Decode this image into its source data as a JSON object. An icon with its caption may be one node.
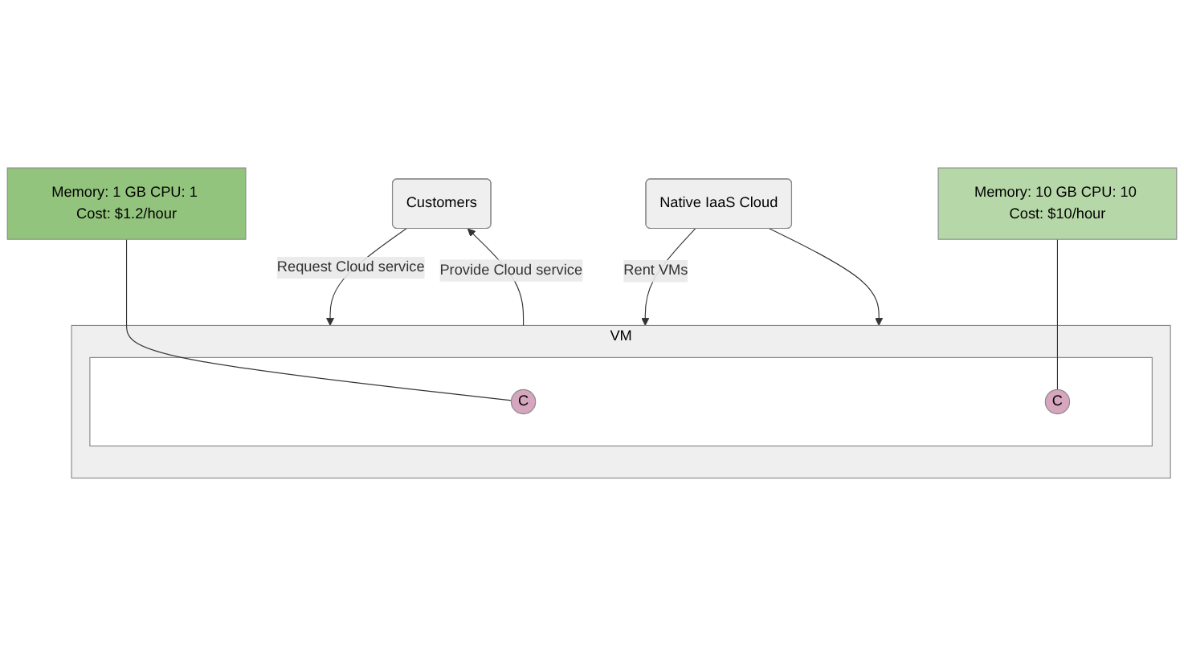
{
  "diagram": {
    "nodes": [
      {
        "text": [
          "Customers"
        ]
      },
      {
        "text": [
          "VM"
        ]
      },
      {
        "text": [],
        "shape": "box",
        "in": 1
      },
      {
        "text": [
          "C"
        ],
        "in": 2
      },
      {
        "text": [
          "C"
        ],
        "in": 2
      },
      {
        "text": [
          "Memory: 1 GB CPU: 1 Cost: $1.2/hour"
        ]
      },
      {
        "text": [
          "Memory: 10 GB CPU: 10 Cost: $10/hour"
        ]
      },
      {
        "text": [
          "Native IaaS Cloud"
        ]
      }
    ],
    "edges": [
      {
        "from": 0,
        "to": 1,
        "arrow": "to",
        "label": "Request Cloud service"
      },
      {
        "from": 1,
        "to": 0,
        "arrow": "to",
        "label": "Provide Cloud service"
      },
      {
        "from": 7,
        "to": 1,
        "arrow": "to",
        "label": "Rent VMs"
      },
      {
        "from": 7,
        "to": 1,
        "arrow": "to"
      },
      {
        "from": 5,
        "to": 3,
        "arrow": "none"
      },
      {
        "from": 6,
        "to": 4,
        "arrow": "none"
      }
    ]
  }
}
